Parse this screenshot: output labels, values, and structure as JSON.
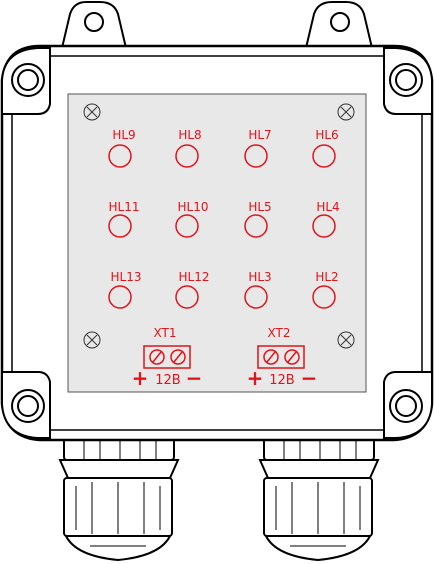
{
  "colors": {
    "outline": "#000000",
    "panel": "#e8e8e8",
    "markings": "#e0141c",
    "enclosure": "#ffffff"
  },
  "indicators": {
    "row1": [
      "HL9",
      "HL8",
      "HL7",
      "HL6"
    ],
    "row2": [
      "HL11",
      "HL10",
      "HL5",
      "HL4"
    ],
    "row3": [
      "HL13",
      "HL12",
      "HL3",
      "HL2"
    ]
  },
  "terminals": [
    {
      "label": "XT1",
      "plus": "+",
      "voltage": "12В",
      "minus": "−"
    },
    {
      "label": "XT2",
      "plus": "+",
      "voltage": "12В",
      "minus": "−"
    }
  ],
  "icons": {
    "mount_screw": "screw-cross-icon",
    "terminal_screw": "slotted-screw-icon"
  }
}
